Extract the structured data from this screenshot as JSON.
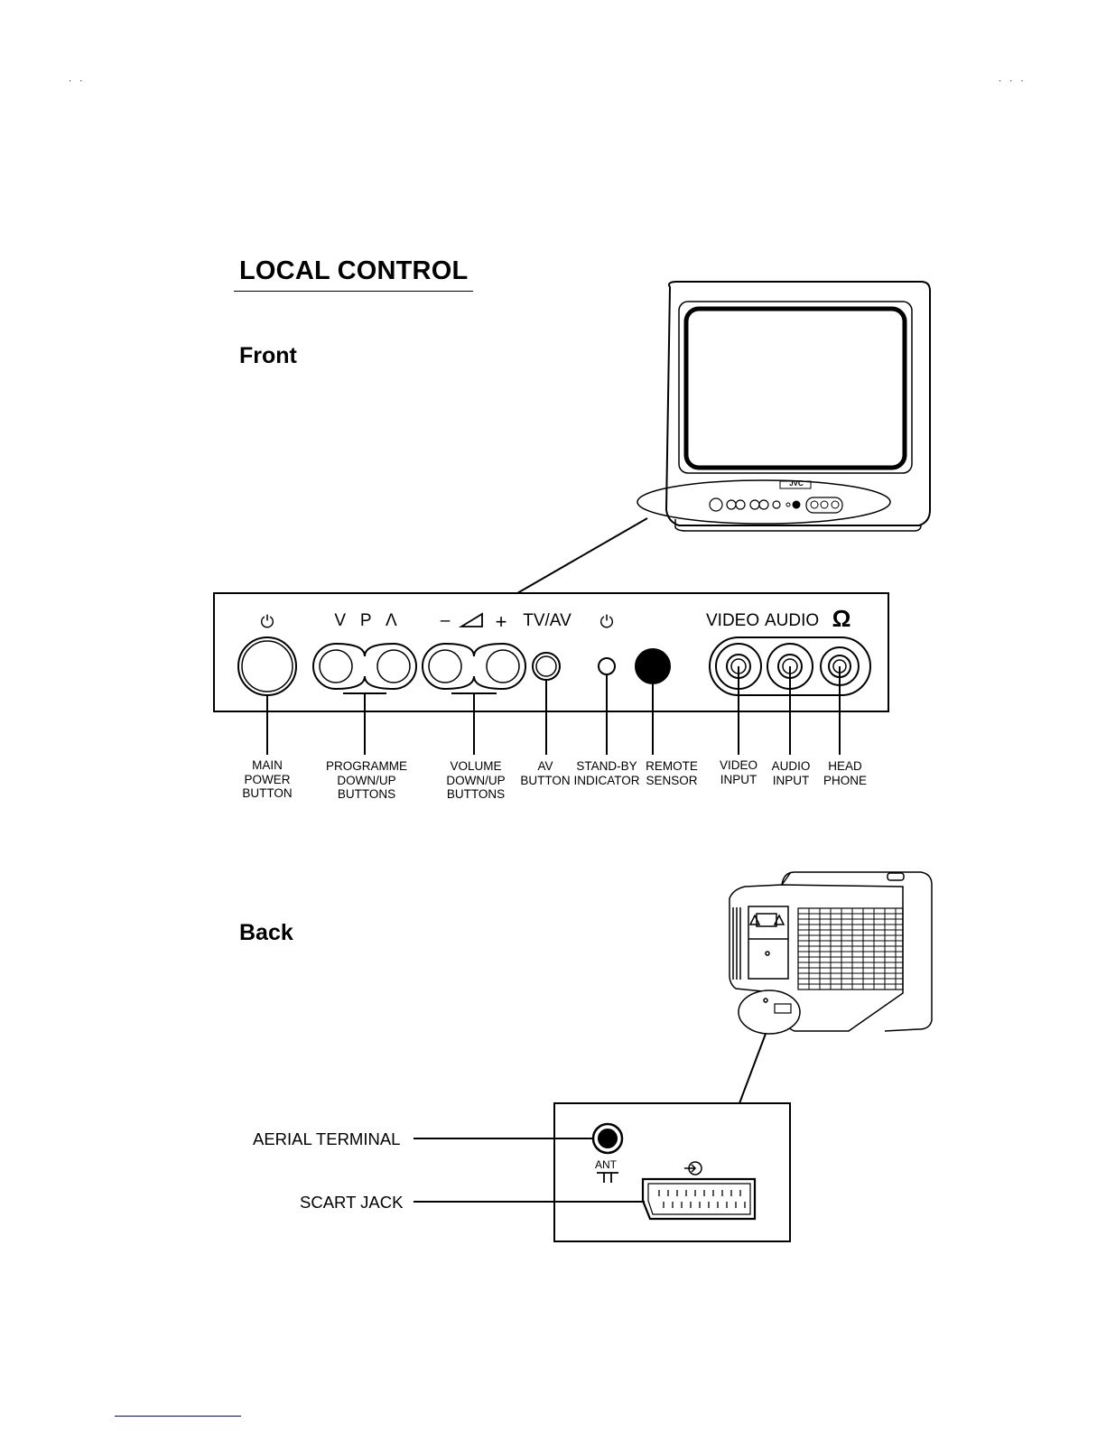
{
  "title": "LOCAL CONTROL",
  "sections": {
    "front": "Front",
    "back": "Back"
  },
  "brand": "JVC",
  "front_panel": {
    "power_symbol": "⏻",
    "programme_symbols": "V   P   Λ",
    "volume_minus": "–",
    "volume_plus": "+",
    "tvav": "TV/AV",
    "standby_symbol": "⏻",
    "video": "VIDEO",
    "audio": "AUDIO",
    "headphone_symbol": "Ω"
  },
  "front_labels": [
    {
      "line1": "MAIN",
      "line2": "POWER",
      "line3": "BUTTON"
    },
    {
      "line1": "PROGRAMME",
      "line2": "DOWN/UP",
      "line3": "BUTTONS"
    },
    {
      "line1": "VOLUME",
      "line2": "DOWN/UP",
      "line3": "BUTTONS"
    },
    {
      "line1": "AV",
      "line2": "BUTTON",
      "line3": ""
    },
    {
      "line1": "STAND-BY",
      "line2": "INDICATOR",
      "line3": ""
    },
    {
      "line1": "REMOTE",
      "line2": "SENSOR",
      "line3": ""
    },
    {
      "line1": "VIDEO",
      "line2": "INPUT",
      "line3": ""
    },
    {
      "line1": "AUDIO",
      "line2": "INPUT",
      "line3": ""
    },
    {
      "line1": "HEAD",
      "line2": "PHONE",
      "line3": ""
    }
  ],
  "back_panel": {
    "ant_label": "ANT",
    "aerial_terminal": "AERIAL TERMINAL",
    "scart_jack": "SCART JACK"
  },
  "colors": {
    "ink": "#000000",
    "paper": "#ffffff",
    "link": "#0000cc"
  }
}
